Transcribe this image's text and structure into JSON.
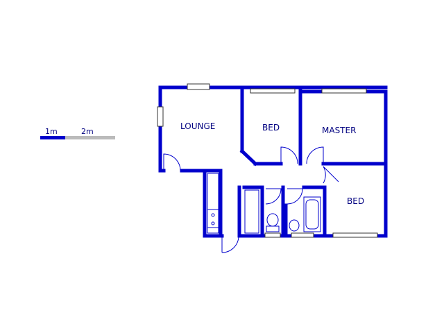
{
  "colors": {
    "wall": "#0000cc",
    "fixture": "#0000cc",
    "window_frame": "#333333",
    "scale_primary": "#0000cc",
    "scale_secondary": "#bbbbbb",
    "text": "#000080"
  },
  "scale_bar": {
    "label_1": "1m",
    "label_2": "2m"
  },
  "rooms": {
    "lounge": "LOUNGE",
    "bed_1": "BED",
    "master": "MASTER",
    "bed_2": "BED"
  }
}
